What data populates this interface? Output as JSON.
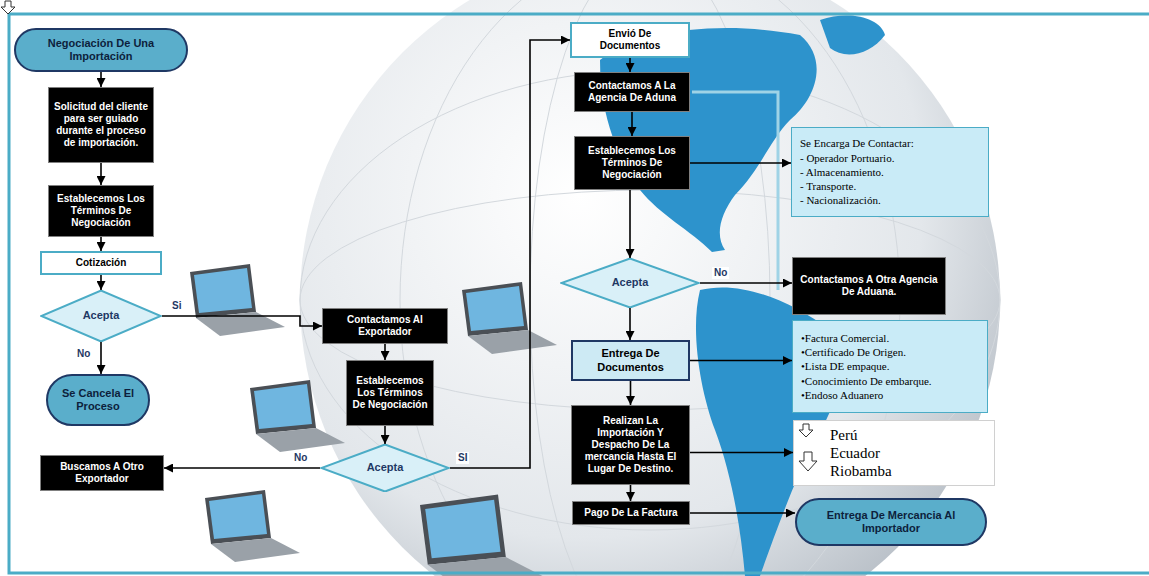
{
  "diagram": {
    "nodes": [
      {
        "text": [
          "Negociación De Una Importación"
        ]
      },
      {
        "text": [
          "Solicitud del cliente para ser guiado durante el proceso de importación."
        ]
      },
      {
        "text": [
          "Establecemos Los Términos De Negociación"
        ]
      },
      {
        "text": [
          "Cotización"
        ]
      },
      {
        "text": [
          "Acepta"
        ]
      },
      {
        "text": [
          "Se Cancela El Proceso"
        ]
      },
      {
        "text": [
          "Buscamos A Otro Exportador"
        ]
      },
      {
        "text": [
          "Contactamos Al Exportador"
        ]
      },
      {
        "text": [
          "Establecemos Los Términos De Negociación"
        ]
      },
      {
        "text": [
          "Acepta"
        ]
      },
      {
        "text": [
          "Envió De Documentos"
        ]
      },
      {
        "text": [
          "Contactamos A La Agencia De Aduna"
        ]
      },
      {
        "text": [
          "Establecemos Los Términos De Negociación"
        ]
      },
      {
        "text": [
          "Se Encarga De Contactar:",
          "- Operador Portuario.",
          "- Almacenamiento.",
          "- Transporte.",
          "- Nacionalización."
        ]
      },
      {
        "text": [
          "Acepta"
        ]
      },
      {
        "text": [
          "Contactamos A Otra Agencia De Aduana."
        ]
      },
      {
        "text": [
          "Entrega De Documentos"
        ]
      },
      {
        "text": [
          "•Factura Comercial.",
          "•Certificado De Origen.",
          "•Lista DE empaque.",
          "•Conocimiento De embarque.",
          "•Endoso Aduanero"
        ]
      },
      {
        "text": [
          "Realizan La Importación Y Despacho De La mercancía Hasta El Lugar De Destino."
        ]
      },
      {
        "text": [
          "Perú",
          "Ecuador",
          "Riobamba"
        ]
      },
      {
        "text": [
          "Pago De La Factura"
        ]
      },
      {
        "text": [
          "Entrega De Mercancia Al Importador"
        ]
      }
    ],
    "edges": [
      {
        "from": 0,
        "to": 1,
        "arrow": "to"
      },
      {
        "from": 1,
        "to": 2,
        "arrow": "to"
      },
      {
        "from": 2,
        "to": 3,
        "arrow": "to"
      },
      {
        "from": 3,
        "to": 4,
        "arrow": "to"
      },
      {
        "from": 4,
        "to": 5,
        "arrow": "to",
        "label": "No"
      },
      {
        "from": 4,
        "to": 7,
        "arrow": "to",
        "label": "Si"
      },
      {
        "from": 7,
        "to": 8,
        "arrow": "to"
      },
      {
        "from": 8,
        "to": 9,
        "arrow": "to"
      },
      {
        "from": 9,
        "to": 6,
        "arrow": "to",
        "label": "No"
      },
      {
        "from": 9,
        "to": 10,
        "arrow": "to",
        "label": "SI"
      },
      {
        "from": 10,
        "to": 11,
        "arrow": "to"
      },
      {
        "from": 11,
        "to": 12,
        "arrow": "to"
      },
      {
        "from": 12,
        "to": 13,
        "arrow": "to"
      },
      {
        "from": 12,
        "to": 14,
        "arrow": "to"
      },
      {
        "from": 14,
        "to": 15,
        "arrow": "to",
        "label": "No"
      },
      {
        "from": 14,
        "to": 16,
        "arrow": "to"
      },
      {
        "from": 16,
        "to": 17,
        "arrow": "to"
      },
      {
        "from": 16,
        "to": 18,
        "arrow": "to"
      },
      {
        "from": 18,
        "to": 19,
        "arrow": "to"
      },
      {
        "from": 18,
        "to": 20,
        "arrow": "to"
      },
      {
        "from": 20,
        "to": 21,
        "arrow": "to"
      }
    ]
  }
}
